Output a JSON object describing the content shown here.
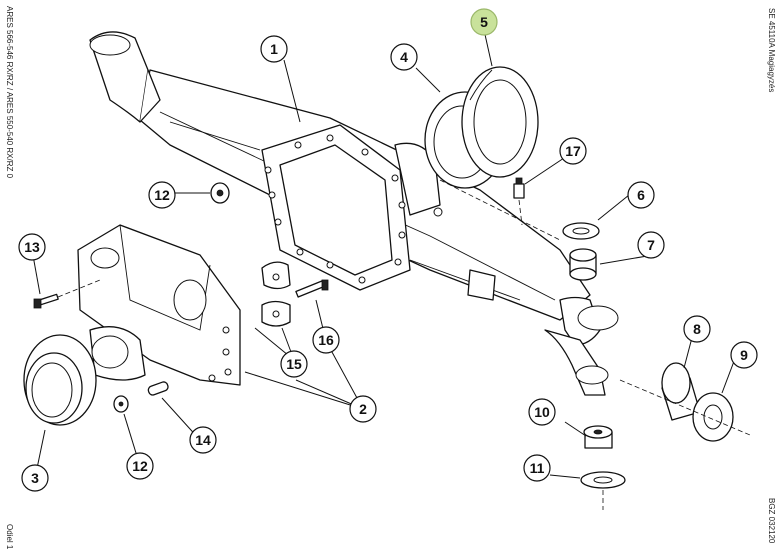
{
  "margin": {
    "left_model": "ARES 566-546 RX/RZ / ARES 550-540 RX/RZ 0",
    "left_page": "Odiel 1",
    "right_ref": "SE 45110A  Magiagyzés",
    "right_code": "BGZ 032120"
  },
  "callouts": [
    {
      "label": "1"
    },
    {
      "label": "2"
    },
    {
      "label": "3"
    },
    {
      "label": "4"
    },
    {
      "label": "5",
      "highlight": "#c9e29b"
    },
    {
      "label": "6"
    },
    {
      "label": "7"
    },
    {
      "label": "8"
    },
    {
      "label": "9"
    },
    {
      "label": "10"
    },
    {
      "label": "11"
    },
    {
      "label": "12"
    },
    {
      "label": "12"
    },
    {
      "label": "13"
    },
    {
      "label": "14"
    },
    {
      "label": "15"
    },
    {
      "label": "16"
    },
    {
      "label": "17"
    }
  ]
}
